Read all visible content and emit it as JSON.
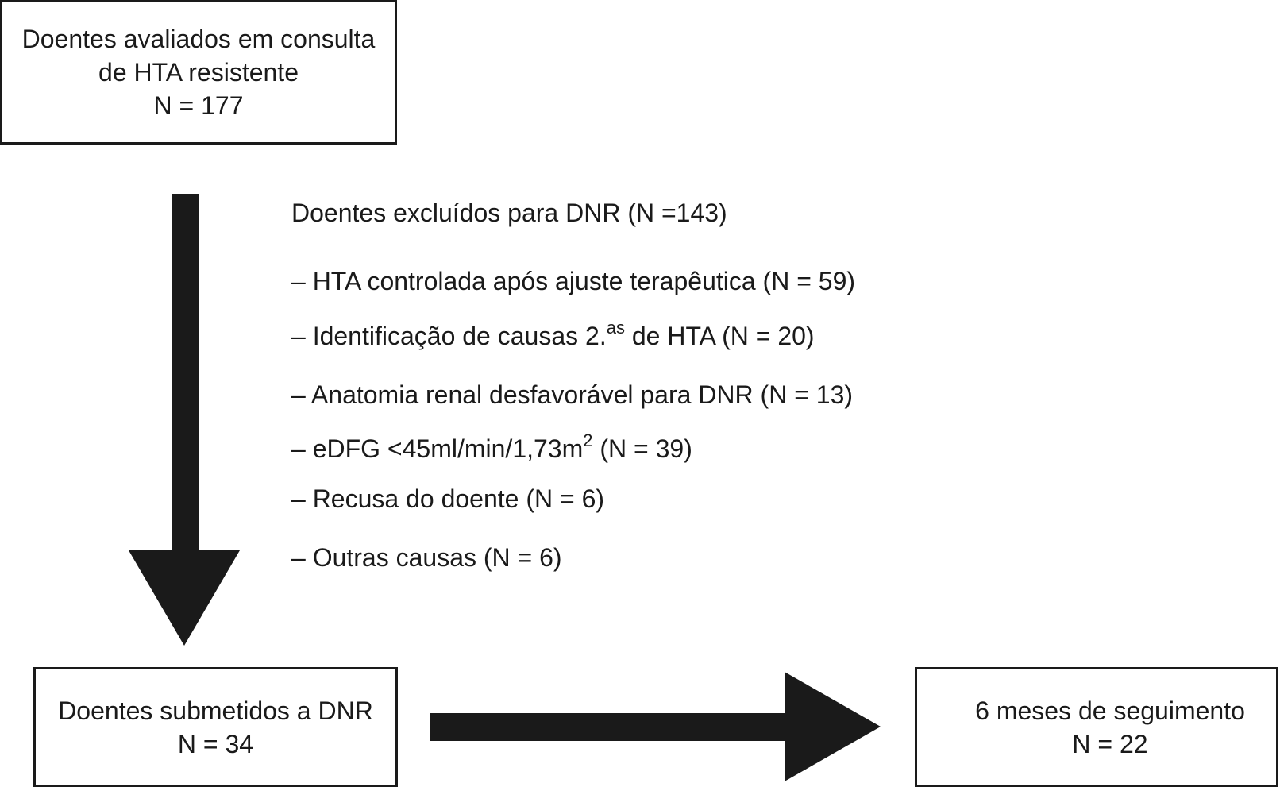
{
  "boxes": {
    "top": {
      "line1": "Doentes avaliados em consulta",
      "line2": "de HTA resistente",
      "line3": "N = 177"
    },
    "bottom_left": {
      "line1": "Doentes submetidos a DNR",
      "line2": "N = 34"
    },
    "bottom_right": {
      "line1": "6 meses de seguimento",
      "line2": "N = 22"
    }
  },
  "exclusions": {
    "heading": "Doentes excluídos para DNR (N =143)",
    "items": [
      {
        "prefix": "– HTA controlada após ajuste terapêutica (N = 59)",
        "sup": "",
        "suffix": ""
      },
      {
        "prefix": "– Identificação de causas 2.",
        "sup": "as",
        "suffix": " de HTA (N = 20)"
      },
      {
        "prefix": "– Anatomia renal desfavorável para DNR (N = 13)",
        "sup": "",
        "suffix": ""
      },
      {
        "prefix": "– eDFG <45ml/min/1,73m",
        "sup": "2",
        "suffix": " (N = 39)"
      },
      {
        "prefix": "– Recusa do doente (N = 6)",
        "sup": "",
        "suffix": ""
      },
      {
        "prefix": "– Outras causas (N = 6)",
        "sup": "",
        "suffix": ""
      }
    ]
  },
  "colors": {
    "stroke": "#1a1a1a",
    "background": "#ffffff"
  }
}
